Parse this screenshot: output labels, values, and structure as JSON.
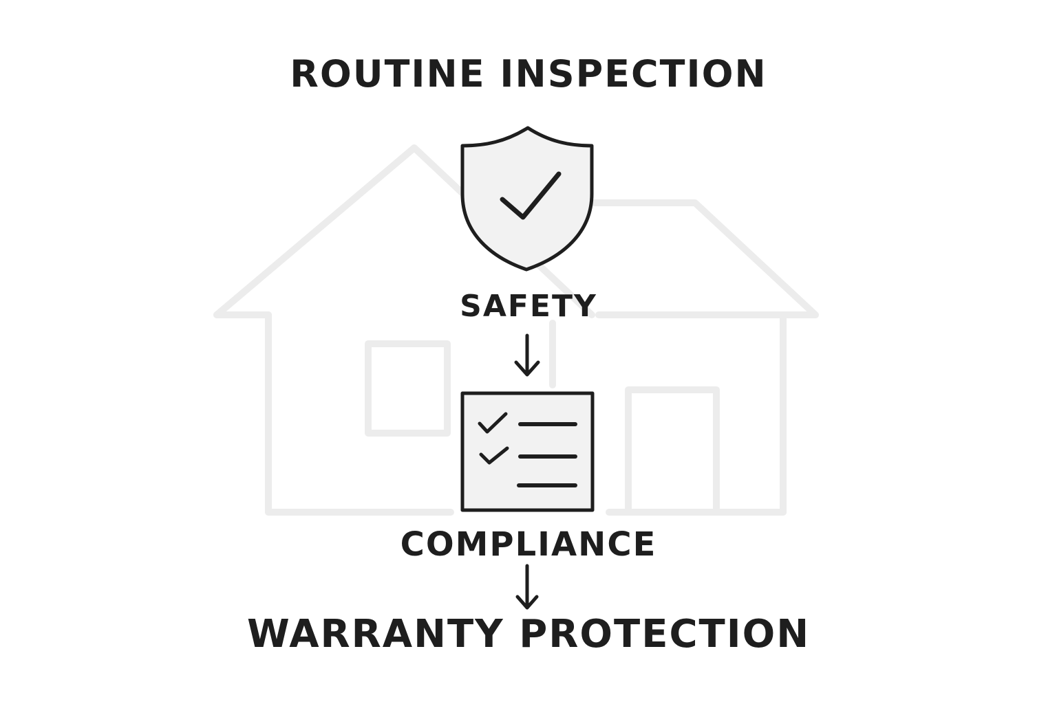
{
  "title": "ROUTINE INSPECTION",
  "steps": [
    {
      "label": "SAFETY",
      "icon": "shield-check-icon"
    },
    {
      "label": "COMPLIANCE",
      "icon": "checklist-icon"
    },
    {
      "label": "WARRANTY PROTECTION"
    }
  ],
  "colors": {
    "ink": "#1e1e1e",
    "icon_fill": "#f2f2f2",
    "house_outline": "#ececec",
    "background": "#ffffff"
  },
  "background_icon": "house-outline-icon"
}
